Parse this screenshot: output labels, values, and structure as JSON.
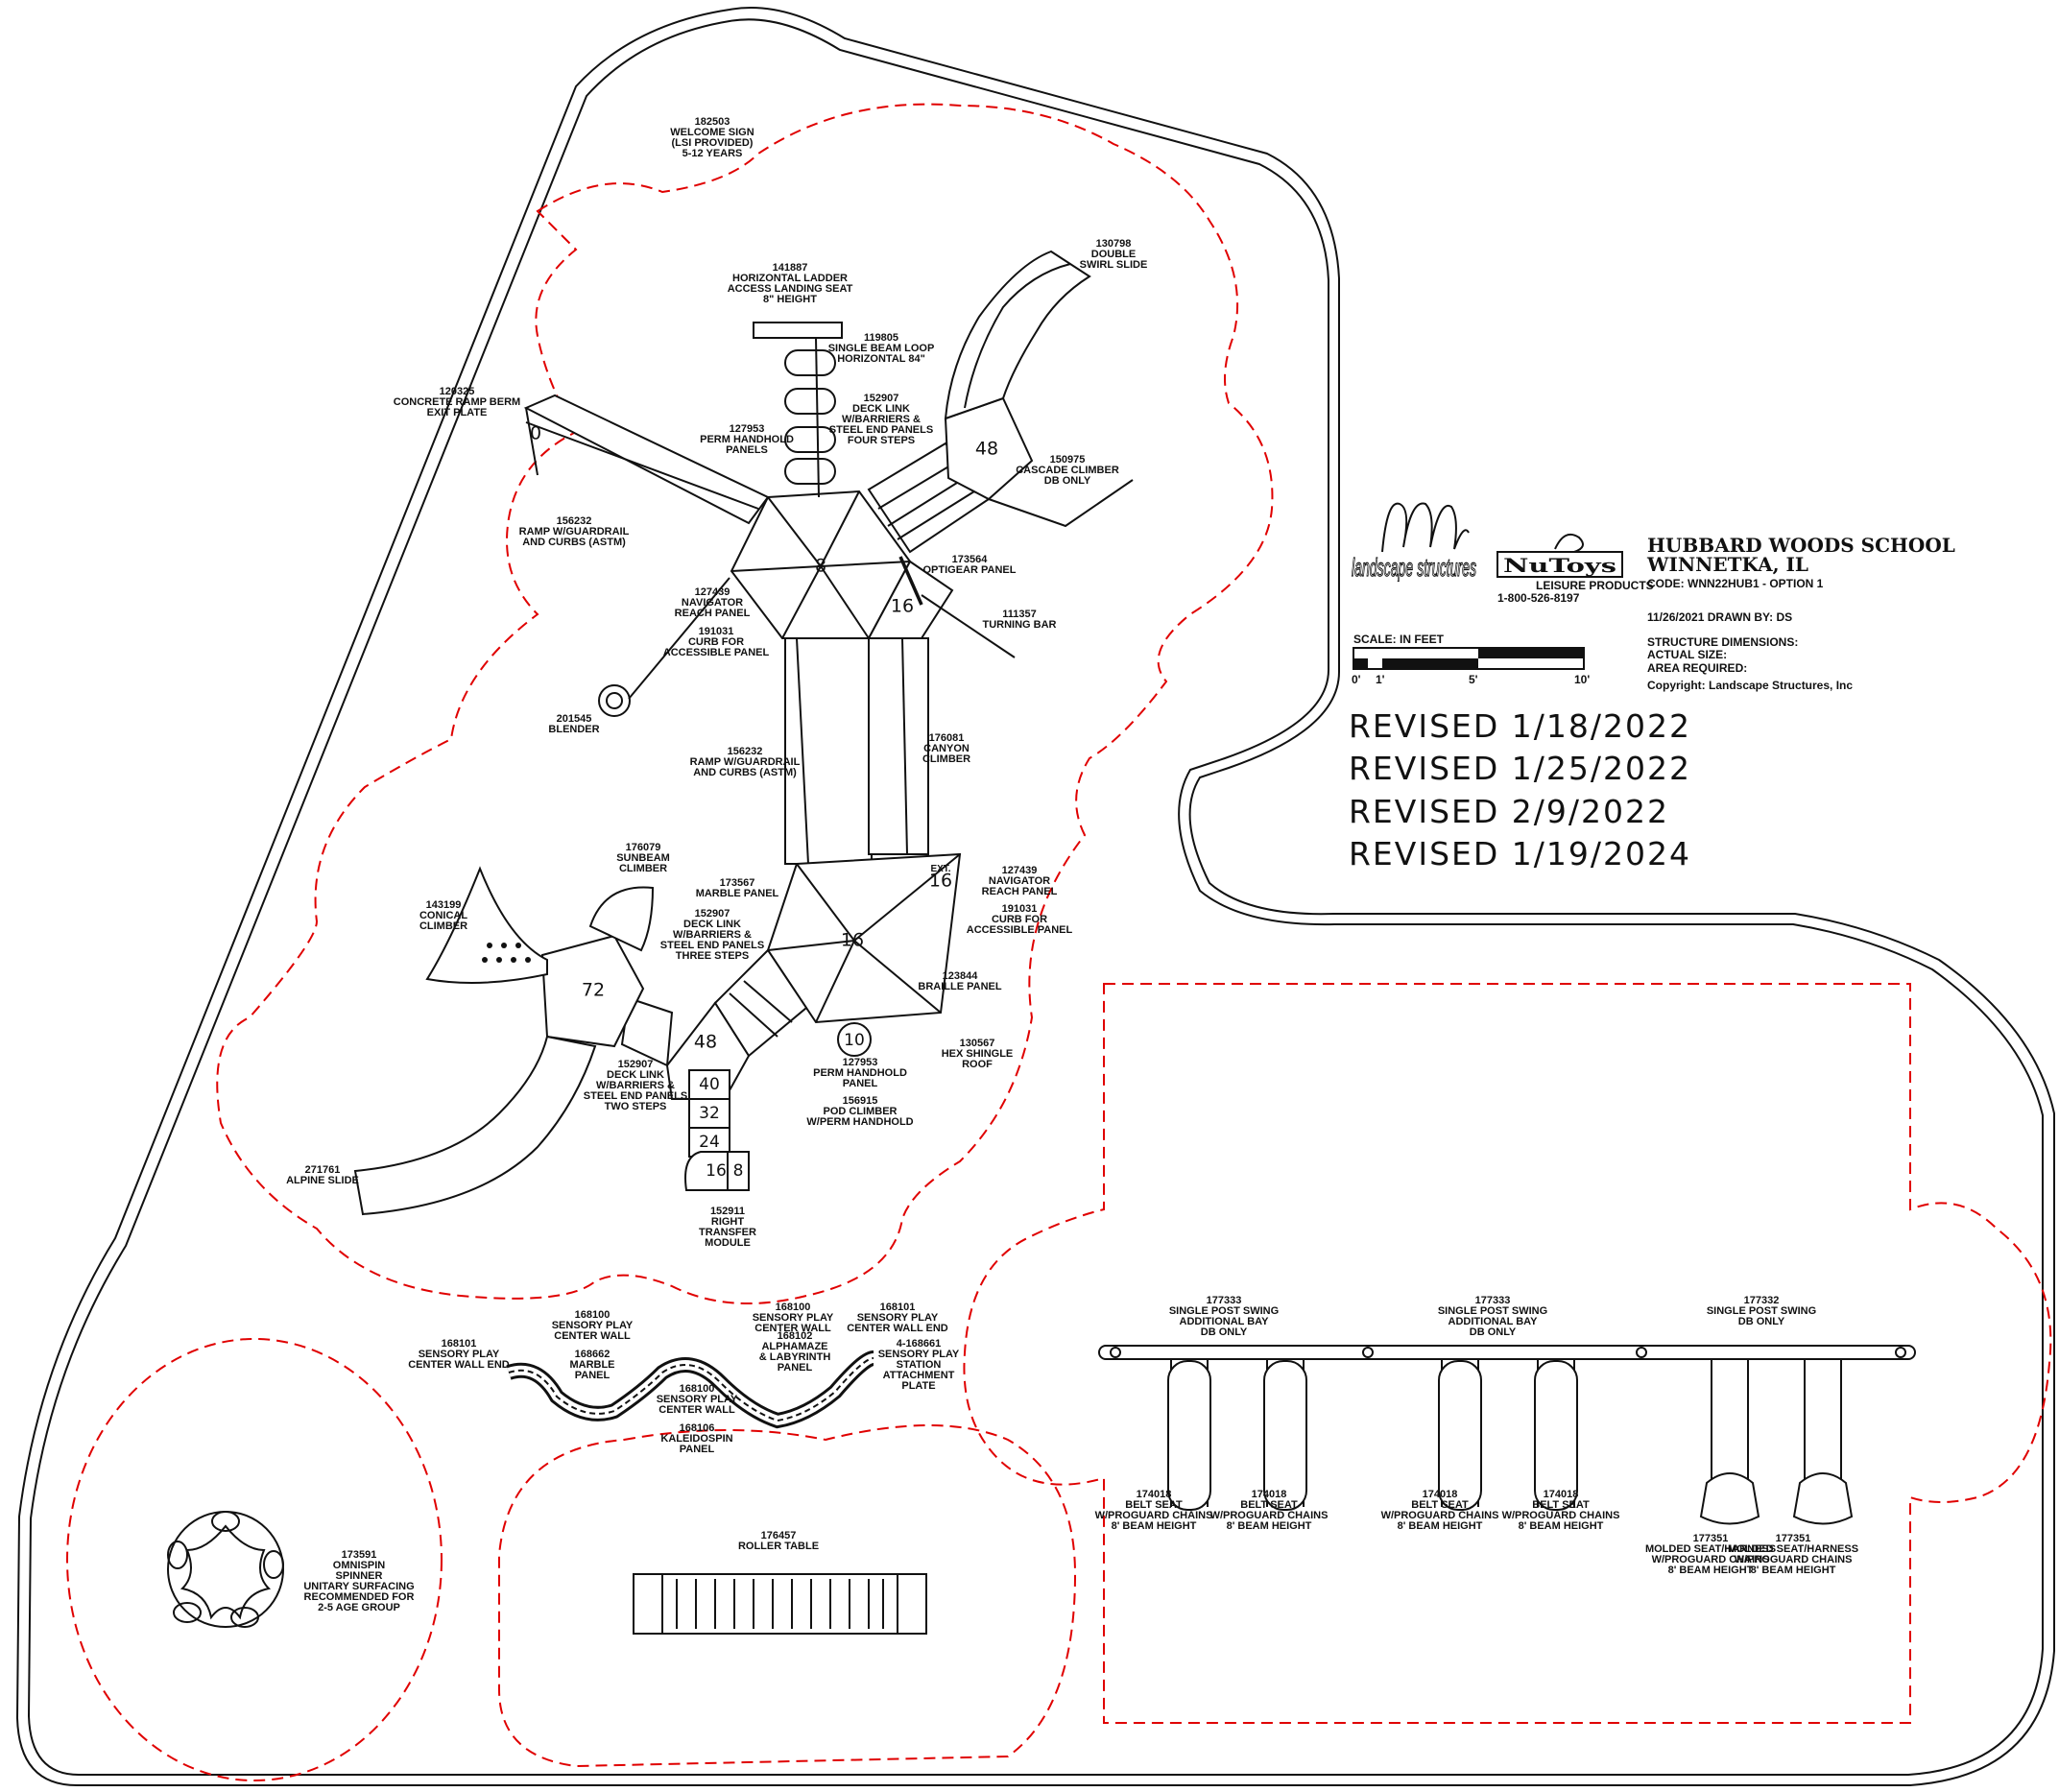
{
  "labels": {
    "welcome_sign": [
      "182503",
      "WELCOME SIGN",
      "(LSI PROVIDED)",
      "5-12 YEARS"
    ],
    "horizontal_ladder": [
      "141887",
      "HORIZONTAL LADDER",
      "ACCESS LANDING SEAT",
      "8\" HEIGHT"
    ],
    "single_beam_loop": [
      "119805",
      "SINGLE BEAM LOOP",
      "HORIZONTAL 84\""
    ],
    "double_swirl_slide": [
      "130798",
      "DOUBLE",
      "SWIRL SLIDE"
    ],
    "concrete_ramp": [
      "120325",
      "CONCRETE RAMP BERM",
      "EXIT PLATE"
    ],
    "deck_link_four": [
      "152907",
      "DECK LINK",
      "W/BARRIERS &",
      "STEEL END PANELS",
      "FOUR STEPS"
    ],
    "perm_handhold_top": [
      "127953",
      "PERM HANDHOLD",
      "PANELS"
    ],
    "cascade_climber": [
      "150975",
      "CASCADE CLIMBER",
      "DB ONLY"
    ],
    "ramp_top": [
      "156232",
      "RAMP W/GUARDRAIL",
      "AND CURBS (ASTM)"
    ],
    "optigear": [
      "173564",
      "OPTIGEAR PANEL"
    ],
    "navigator_top": [
      "127439",
      "NAVIGATOR",
      "REACH PANEL"
    ],
    "curb_top": [
      "191031",
      "CURB FOR",
      "ACCESSIBLE PANEL"
    ],
    "turning_bar": [
      "111357",
      "TURNING BAR"
    ],
    "blender": [
      "201545",
      "BLENDER"
    ],
    "ramp_mid": [
      "156232",
      "RAMP W/GUARDRAIL",
      "AND CURBS (ASTM)"
    ],
    "canyon_climber": [
      "176081",
      "CANYON",
      "CLIMBER"
    ],
    "sunbeam": [
      "176079",
      "SUNBEAM",
      "CLIMBER"
    ],
    "conical": [
      "143199",
      "CONICAL",
      "CLIMBER"
    ],
    "marble_panel": [
      "173567",
      "MARBLE PANEL"
    ],
    "deck_link_three": [
      "152907",
      "DECK LINK",
      "W/BARRIERS &",
      "STEEL END PANELS",
      "THREE STEPS"
    ],
    "navigator_right": [
      "127439",
      "NAVIGATOR",
      "REACH PANEL"
    ],
    "curb_right": [
      "191031",
      "CURB FOR",
      "ACCESSIBLE PANEL"
    ],
    "braille": [
      "123844",
      "BRAILLE PANEL"
    ],
    "hex_roof": [
      "130567",
      "HEX SHINGLE",
      "ROOF"
    ],
    "perm_handhold_bottom": [
      "127953",
      "PERM HANDHOLD",
      "PANEL"
    ],
    "pod_climber": [
      "156915",
      "POD CLIMBER",
      "W/PERM HANDHOLD"
    ],
    "deck_link_two": [
      "152907",
      "DECK LINK",
      "W/BARRIERS &",
      "STEEL END PANELS",
      "TWO STEPS"
    ],
    "alpine_slide": [
      "271761",
      "ALPINE SLIDE"
    ],
    "transfer_module": [
      "152911",
      "RIGHT",
      "TRANSFER",
      "MODULE"
    ],
    "sensory_end_left": [
      "168101",
      "SENSORY PLAY",
      "CENTER WALL END"
    ],
    "sensory_center_a": [
      "168100",
      "SENSORY PLAY",
      "CENTER WALL"
    ],
    "marble_panel_2": [
      "168662",
      "MARBLE",
      "PANEL"
    ],
    "sensory_center_b": [
      "168100",
      "SENSORY PLAY",
      "CENTER WALL"
    ],
    "alphamaze": [
      "168102",
      "ALPHAMAZE",
      "& LABYRINTH",
      "PANEL"
    ],
    "sensory_end_right": [
      "168101",
      "SENSORY PLAY",
      "CENTER WALL END"
    ],
    "attachment_plate": [
      "4-168661",
      "SENSORY PLAY",
      "STATION",
      "ATTACHMENT",
      "PLATE"
    ],
    "sensory_center_c": [
      "168100",
      "SENSORY PLAY",
      "CENTER WALL"
    ],
    "kaleidospin": [
      "168106",
      "KALEIDOSPIN",
      "PANEL"
    ],
    "omnispin": [
      "173591",
      "OMNISPIN",
      "SPINNER",
      "UNITARY SURFACING",
      "RECOMMENDED FOR",
      "2-5 AGE GROUP"
    ],
    "roller_table": [
      "176457",
      "ROLLER TABLE"
    ],
    "swing_bay_1": [
      "177333",
      "SINGLE POST SWING",
      "ADDITIONAL BAY",
      "DB ONLY"
    ],
    "swing_bay_2": [
      "177333",
      "SINGLE POST SWING",
      "ADDITIONAL BAY",
      "DB ONLY"
    ],
    "swing_bay_3": [
      "177332",
      "SINGLE POST SWING",
      "DB ONLY"
    ],
    "belt_seat": [
      "174018",
      "BELT SEAT",
      "W/PROGUARD CHAINS",
      "8' BEAM HEIGHT"
    ],
    "molded_seat": [
      "177351",
      "MOLDED SEAT/HARNESS",
      "W/PROGUARD CHAINS",
      "8' BEAM HEIGHT"
    ]
  },
  "deck_numbers": {
    "ramp_zero": "0",
    "hex_top": "8",
    "deck_48_top": "48",
    "deck_16_top": "16",
    "hex_mid": "16",
    "ext_label": "EXT.",
    "ext_16": "16",
    "deck_72": "72",
    "deck_48_bottom": "48",
    "step_40": "40",
    "step_32": "32",
    "step_24": "24",
    "transfer_16": "16",
    "transfer_8": "8",
    "pod_10": "10"
  },
  "title_block": {
    "company_logo": "landscape structures",
    "partner_logo": "NuToys",
    "partner_sub": "LEISURE PRODUCTS",
    "partner_phone": "1-800-526-8197",
    "project": "HUBBARD WOODS SCHOOL",
    "location": "WINNETKA, IL",
    "code": "CODE:   WNN22HUB1 - OPTION 1",
    "date_drawn": "11/26/2021  DRAWN BY:    DS",
    "dims": "STRUCTURE DIMENSIONS:",
    "actual": "ACTUAL SIZE:",
    "area": "AREA REQUIRED:",
    "copyright": "Copyright: Landscape Structures, Inc",
    "scale": "SCALE: IN FEET",
    "scale_ticks": [
      "0'",
      "1'",
      "5'",
      "10'"
    ]
  },
  "revisions": [
    "REVISED  1/18/2022",
    "REVISED  1/25/2022",
    "REVISED  2/9/2022",
    "REVISED  1/19/2024"
  ],
  "colors": {
    "use_zone": "#e00000",
    "ink": "#111111"
  }
}
